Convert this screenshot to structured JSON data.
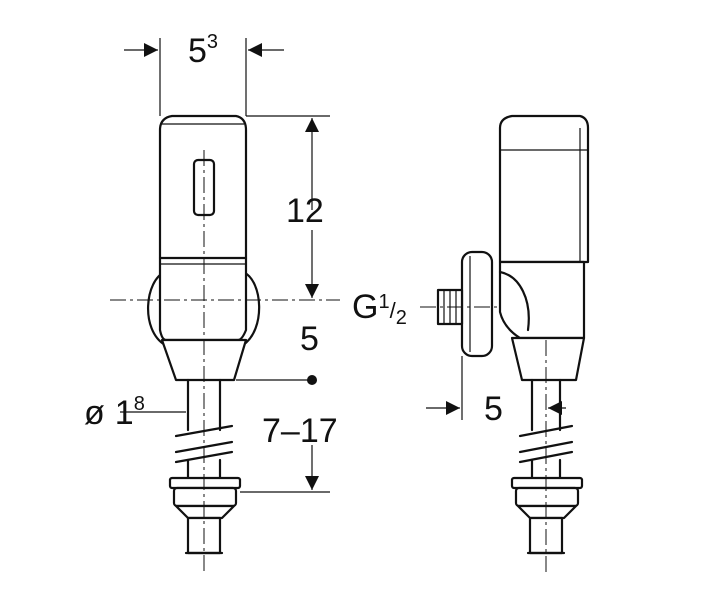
{
  "front_view": {
    "width_dim": {
      "value": "5",
      "exp": "3"
    },
    "height_dim": "12",
    "gap_dim": "5",
    "pipe_range_dim": "7–17",
    "pipe_diameter": {
      "symbol": "ø",
      "value": "1",
      "exp": "8"
    }
  },
  "side_view": {
    "thread_label": {
      "prefix": "G",
      "num": "1",
      "den": "2"
    },
    "offset_dim": "5"
  }
}
